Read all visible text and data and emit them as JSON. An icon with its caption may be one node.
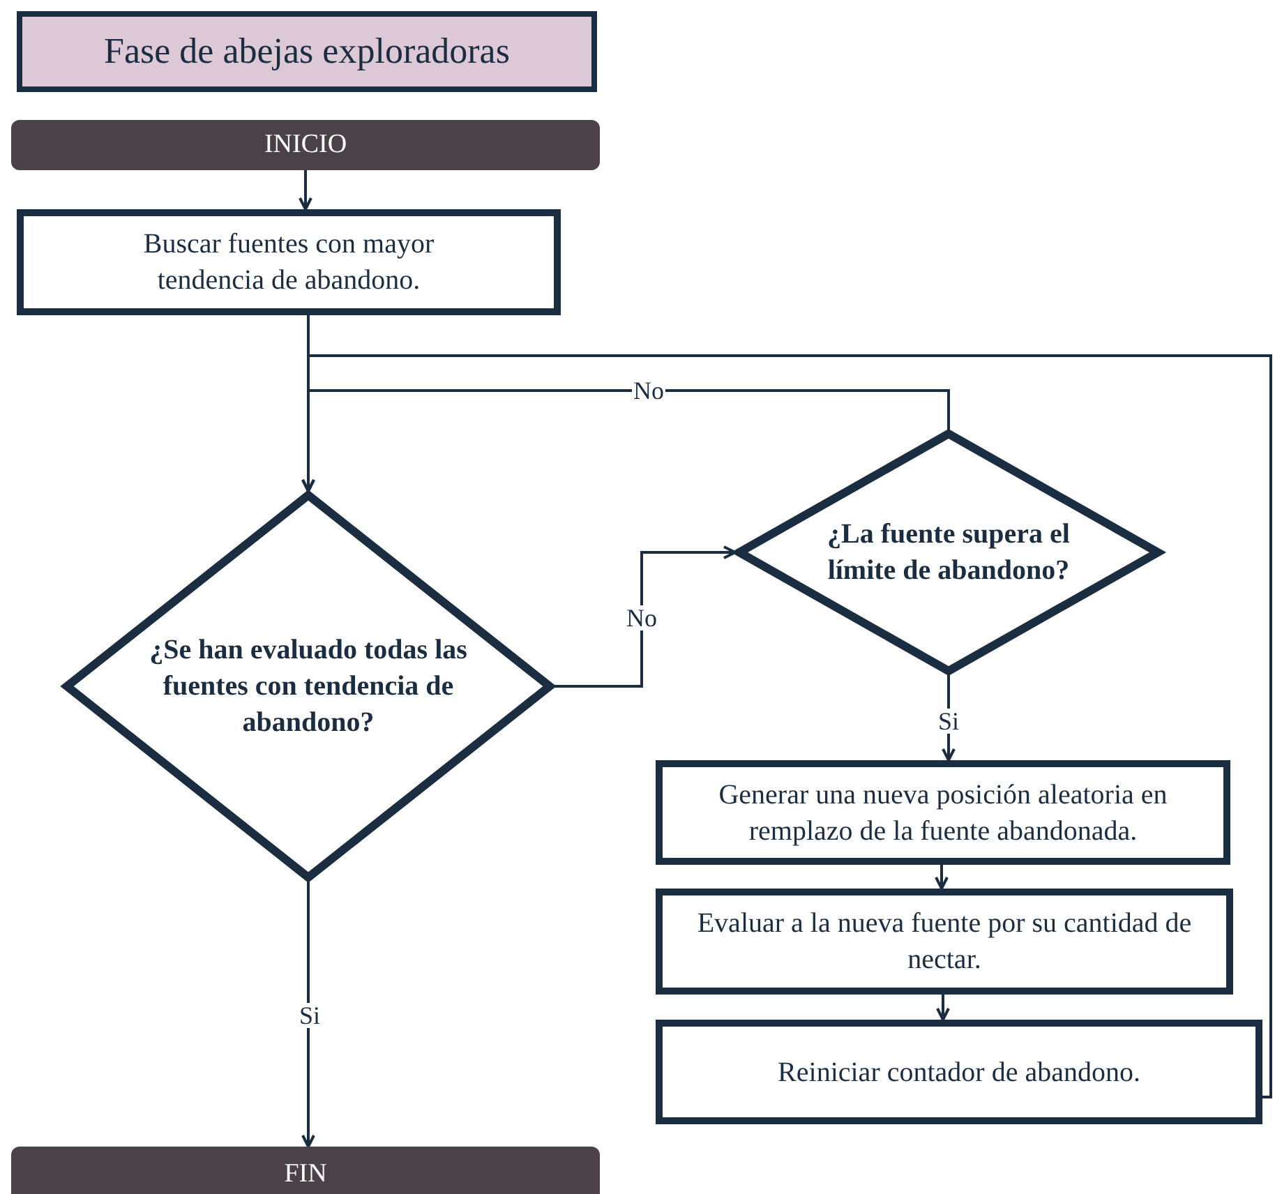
{
  "diagram": {
    "nodes": [
      {
        "text": [
          "Fase de abejas exploradoras"
        ]
      },
      {
        "text": [
          "INICIO"
        ]
      },
      {
        "text": [
          "Buscar fuentes con mayor tendencia de abandono."
        ]
      },
      {
        "text": [
          "¿Se han evaluado todas las fuentes con tendencia de abandono?"
        ]
      },
      {
        "text": [
          "¿La fuente supera el límite de abandono?"
        ]
      },
      {
        "text": [
          "Generar una nueva posición aleatoria en remplazo de la fuente abandonada."
        ]
      },
      {
        "text": [
          "Evaluar a la nueva fuente por su cantidad de nectar."
        ]
      },
      {
        "text": [
          "Reiniciar contador de abandono."
        ]
      },
      {
        "text": [
          "FIN"
        ]
      }
    ],
    "edges": [
      {
        "from": 1,
        "to": 2,
        "arrow": "to"
      },
      {
        "from": 2,
        "to": 3,
        "arrow": "none"
      },
      {
        "from": 3,
        "to": 4,
        "label": "No",
        "arrow": "to"
      },
      {
        "from": 4,
        "to": 3,
        "label": "No",
        "arrow": "to"
      },
      {
        "from": 4,
        "to": 5,
        "label": "Si",
        "arrow": "to"
      },
      {
        "from": 5,
        "to": 6,
        "arrow": "to"
      },
      {
        "from": 6,
        "to": 7,
        "arrow": "to"
      },
      {
        "from": 7,
        "to": 3,
        "arrow": "to"
      },
      {
        "from": 3,
        "to": 8,
        "label": "Si",
        "arrow": "to"
      }
    ]
  }
}
